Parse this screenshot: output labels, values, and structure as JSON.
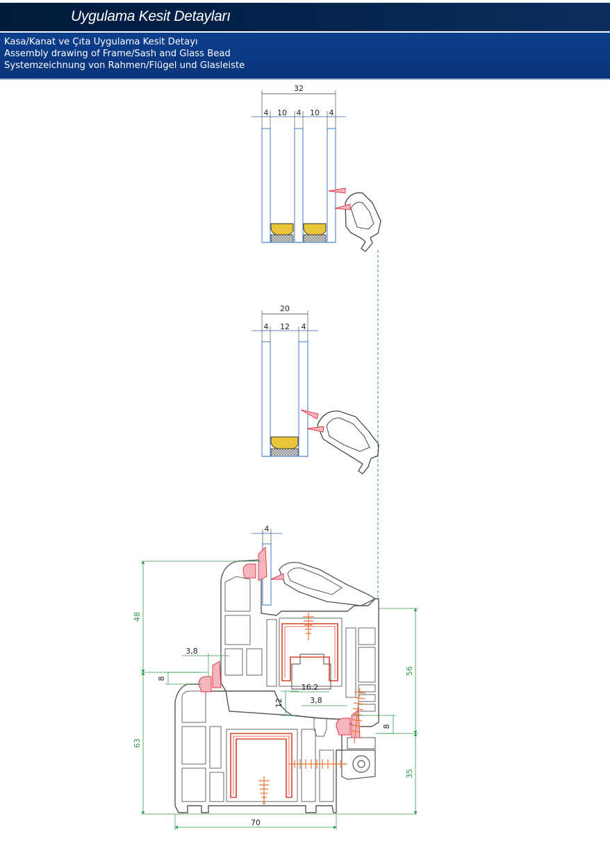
{
  "header": {
    "title": "Uygulama Kesit Detayları",
    "subtitle_tr": "Kasa/Kanat ve Çıta Uygulama Kesit Detayı",
    "subtitle_en": "Assembly drawing of Frame/Sash and Glass Bead",
    "subtitle_de": "Systemzeichnung von Rahmen/Flügel und Glasleiste"
  },
  "colors": {
    "title_bar": "#021a3d",
    "subtitle_bar": "#0d3f8e",
    "glass": "#5b8fd0",
    "dimension": "#2e9e4a",
    "dimension_blue": "#2b56b8",
    "gasket": "#e03a4a",
    "reinforcement": "#d8402a",
    "screw": "#e8743a",
    "spacer_fill": "#e9c53a",
    "profile": "#555555"
  },
  "drawing": {
    "triple_glazing": {
      "total": "32",
      "parts": [
        "4",
        "10",
        "4",
        "10",
        "4"
      ]
    },
    "double_glazing": {
      "total": "20",
      "parts": [
        "4",
        "12",
        "4"
      ]
    },
    "assembly": {
      "glass_thickness": "4",
      "frame_height": "48",
      "sash_offset": "3,8",
      "gasket_height": "8",
      "lower_height": "63",
      "reinforcement_width": "16.2",
      "rebate_height": "12",
      "inner_offset": "3,8",
      "sash_height": "56",
      "sash_gap": "8",
      "hinge_height": "35",
      "frame_depth": "70"
    }
  }
}
